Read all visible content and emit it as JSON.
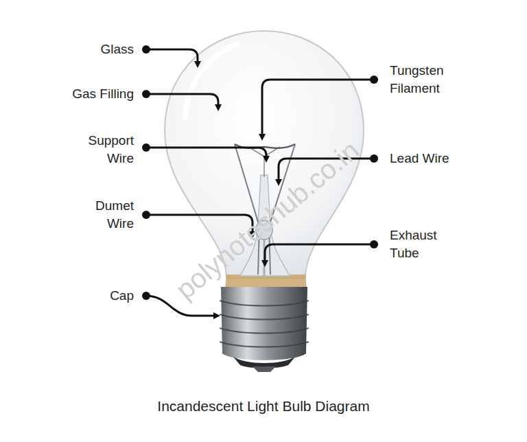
{
  "diagram": {
    "caption": "Incandescent Light Bulb Diagram",
    "labels": [
      "Glass",
      "Gas Filling",
      "Support Wire",
      "Dumet Wire",
      "Cap",
      "Tungsten Filament",
      "Lead Wire",
      "Exhaust Tube",
      "polynoteshub.co.in"
    ]
  }
}
